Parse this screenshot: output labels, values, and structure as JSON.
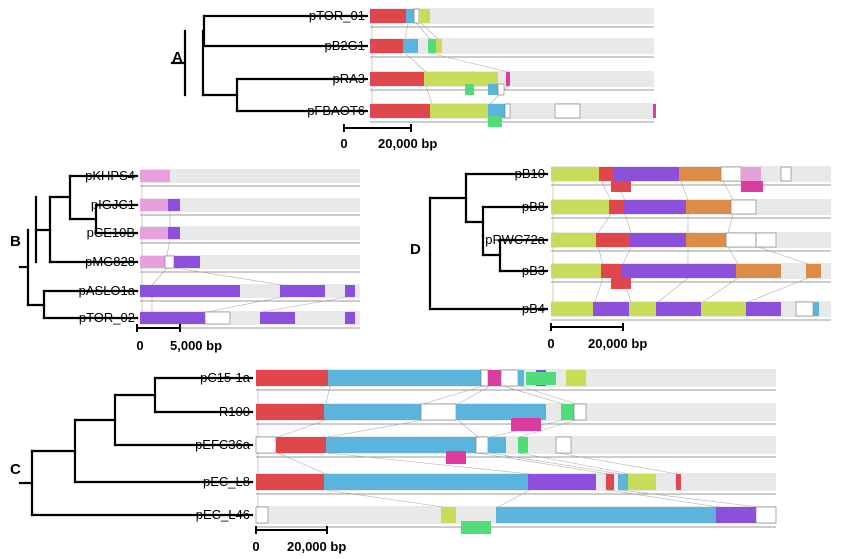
{
  "colors": {
    "red": "#e0474c",
    "yellow": "#c8dc5a",
    "blue": "#5ab4dc",
    "purple": "#8c50dc",
    "pink": "#e6a0dc",
    "magenta": "#dc3ca0",
    "green": "#50dc78",
    "orange": "#dc8c46",
    "white": "#ffffff"
  },
  "panels": [
    {
      "id": "A",
      "label": "A",
      "scale_label": "20,000 bp",
      "scale_zero": "0",
      "taxa": [
        "pTOR_01",
        "pB2G1",
        "pRA3",
        "pFBAOT6"
      ]
    },
    {
      "id": "B",
      "label": "B",
      "scale_label": "5,000 bp",
      "scale_zero": "0",
      "taxa": [
        "pKHPS4",
        "pIGJC1",
        "pCE10B",
        "pMG828",
        "pASLO1a",
        "pTOR_02"
      ]
    },
    {
      "id": "D",
      "label": "D",
      "scale_label": "20,000 bp",
      "scale_zero": "0",
      "taxa": [
        "pB10",
        "pB8",
        "pRWC72a",
        "pB3",
        "pB4"
      ]
    },
    {
      "id": "C",
      "label": "C",
      "scale_label": "20,000 bp",
      "scale_zero": "0",
      "taxa": [
        "pC15-1a",
        "R100",
        "pEFC36a",
        "pEC_L8",
        "pEC_L46"
      ]
    }
  ]
}
